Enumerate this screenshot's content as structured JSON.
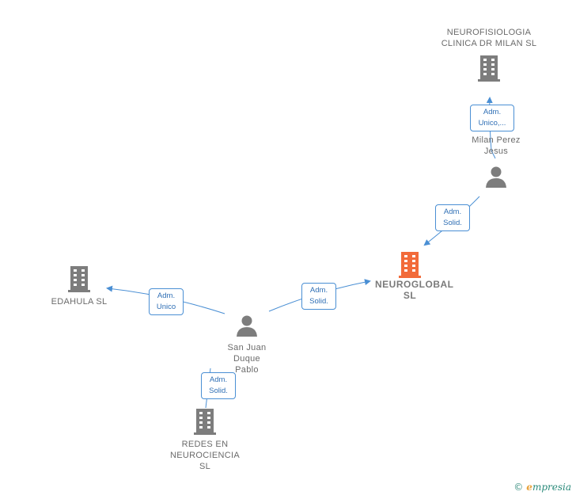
{
  "nodes": {
    "neurofisiologia": {
      "label": "NEUROFISIOLOGIA CLINICA DR MILAN  SL",
      "kind": "company"
    },
    "milan": {
      "label": "Milan Perez Jesus",
      "kind": "person"
    },
    "neuroglobal": {
      "label": "NEUROGLOBAL SL",
      "kind": "company-focus"
    },
    "edahula": {
      "label": "EDAHULA  SL",
      "kind": "company"
    },
    "sanjuan": {
      "label": "San Juan Duque Pablo",
      "kind": "person"
    },
    "redes": {
      "label": "REDES EN NEUROCIENCIA SL",
      "kind": "company"
    }
  },
  "relations": {
    "milan_neurofisiologia": [
      "Adm.",
      "Unico,..."
    ],
    "milan_neuroglobal": [
      "Adm.",
      "Solid."
    ],
    "sanjuan_edahula": [
      "Adm.",
      "Unico"
    ],
    "sanjuan_neuroglobal": [
      "Adm.",
      "Solid."
    ],
    "sanjuan_redes": [
      "Adm.",
      "Solid."
    ]
  },
  "watermark": {
    "symbol": "©",
    "brand_initial": "e",
    "brand_rest": "mpresia"
  },
  "colors": {
    "company_icon": "#7d7d7d",
    "focus_icon": "#f26b3a",
    "person_icon": "#7d7d7d",
    "edge": "#4a8fd4"
  },
  "icons": {
    "company": "building-icon",
    "person": "person-icon"
  }
}
